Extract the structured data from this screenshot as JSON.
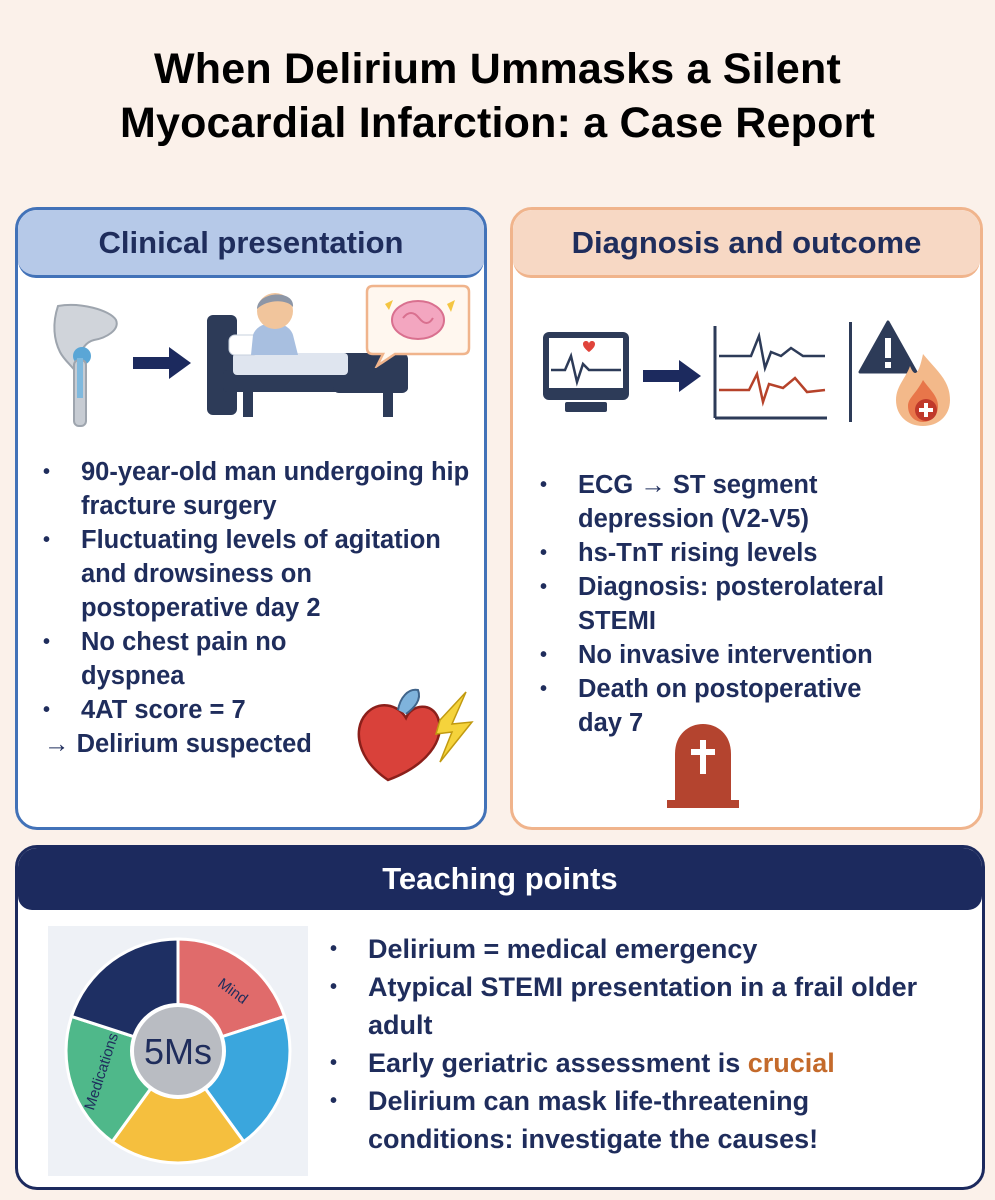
{
  "title": {
    "line1": "When Delirium Ummasks a Silent",
    "line2": "Myocardial Infarction: a Case Report"
  },
  "clinical": {
    "heading": "Clinical presentation",
    "icons": [
      "hip-bone-icon",
      "arrow-right-icon",
      "patient-in-bed-icon",
      "brain-speech-bubble-icon",
      "heart-lightning-icon"
    ],
    "bullets": [
      "90-year-old man undergoing hip fracture surgery",
      "Fluctuating levels of agitation and drowsiness on postoperative day 2",
      "No chest pain no dyspnea",
      "4AT score = 7"
    ],
    "conclusion": "→ Delirium suspected"
  },
  "diagnosis": {
    "heading": "Diagnosis and outcome",
    "icons": [
      "ecg-monitor-icon",
      "arrow-right-icon",
      "ecg-trace-icon",
      "warning-icon",
      "fire-icon",
      "tombstone-icon"
    ],
    "bullets": [
      "ECG → ST segment depression (V2-V5)",
      "hs-TnT rising levels",
      "Diagnosis: posterolateral STEMI",
      "No invasive intervention",
      "Death on postoperative day 7"
    ]
  },
  "teaching": {
    "heading": "Teaching points",
    "wheel": {
      "center": "5Ms",
      "labels": [
        "Mind",
        "Medications"
      ],
      "colors": [
        "#e06b6b",
        "#3aa6dd",
        "#f5bf3e",
        "#4fb88a",
        "#1e2f63"
      ]
    },
    "bullets": [
      "Delirium = medical emergency",
      "Atypical STEMI presentation in a frail older adult",
      "Early geriatric assessment is",
      "Delirium can mask life-threatening conditions: investigate the causes!"
    ],
    "highlight": "crucial"
  }
}
